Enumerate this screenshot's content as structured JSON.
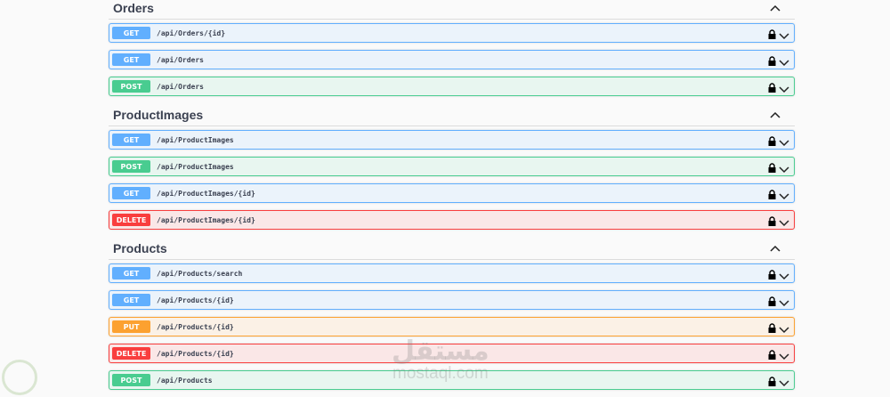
{
  "sections": [
    {
      "title": "Orders",
      "ops": [
        {
          "method": "GET",
          "path": "/api/Orders/{id}"
        },
        {
          "method": "GET",
          "path": "/api/Orders"
        },
        {
          "method": "POST",
          "path": "/api/Orders"
        }
      ]
    },
    {
      "title": "ProductImages",
      "ops": [
        {
          "method": "GET",
          "path": "/api/ProductImages"
        },
        {
          "method": "POST",
          "path": "/api/ProductImages"
        },
        {
          "method": "GET",
          "path": "/api/ProductImages/{id}"
        },
        {
          "method": "DELETE",
          "path": "/api/ProductImages/{id}"
        }
      ]
    },
    {
      "title": "Products",
      "ops": [
        {
          "method": "GET",
          "path": "/api/Products/search"
        },
        {
          "method": "GET",
          "path": "/api/Products/{id}"
        },
        {
          "method": "PUT",
          "path": "/api/Products/{id}"
        },
        {
          "method": "DELETE",
          "path": "/api/Products/{id}"
        },
        {
          "method": "POST",
          "path": "/api/Products"
        }
      ]
    }
  ],
  "icons": {
    "section_toggle": "chevron-up-icon",
    "lock": "lock-icon",
    "expand": "chevron-down-icon"
  },
  "colors": {
    "get": "#61affe",
    "post": "#49cc90",
    "put": "#fca130",
    "delete": "#f93e3e"
  },
  "watermark": {
    "arabic": "مستقل",
    "latin": "mostaql.com"
  }
}
